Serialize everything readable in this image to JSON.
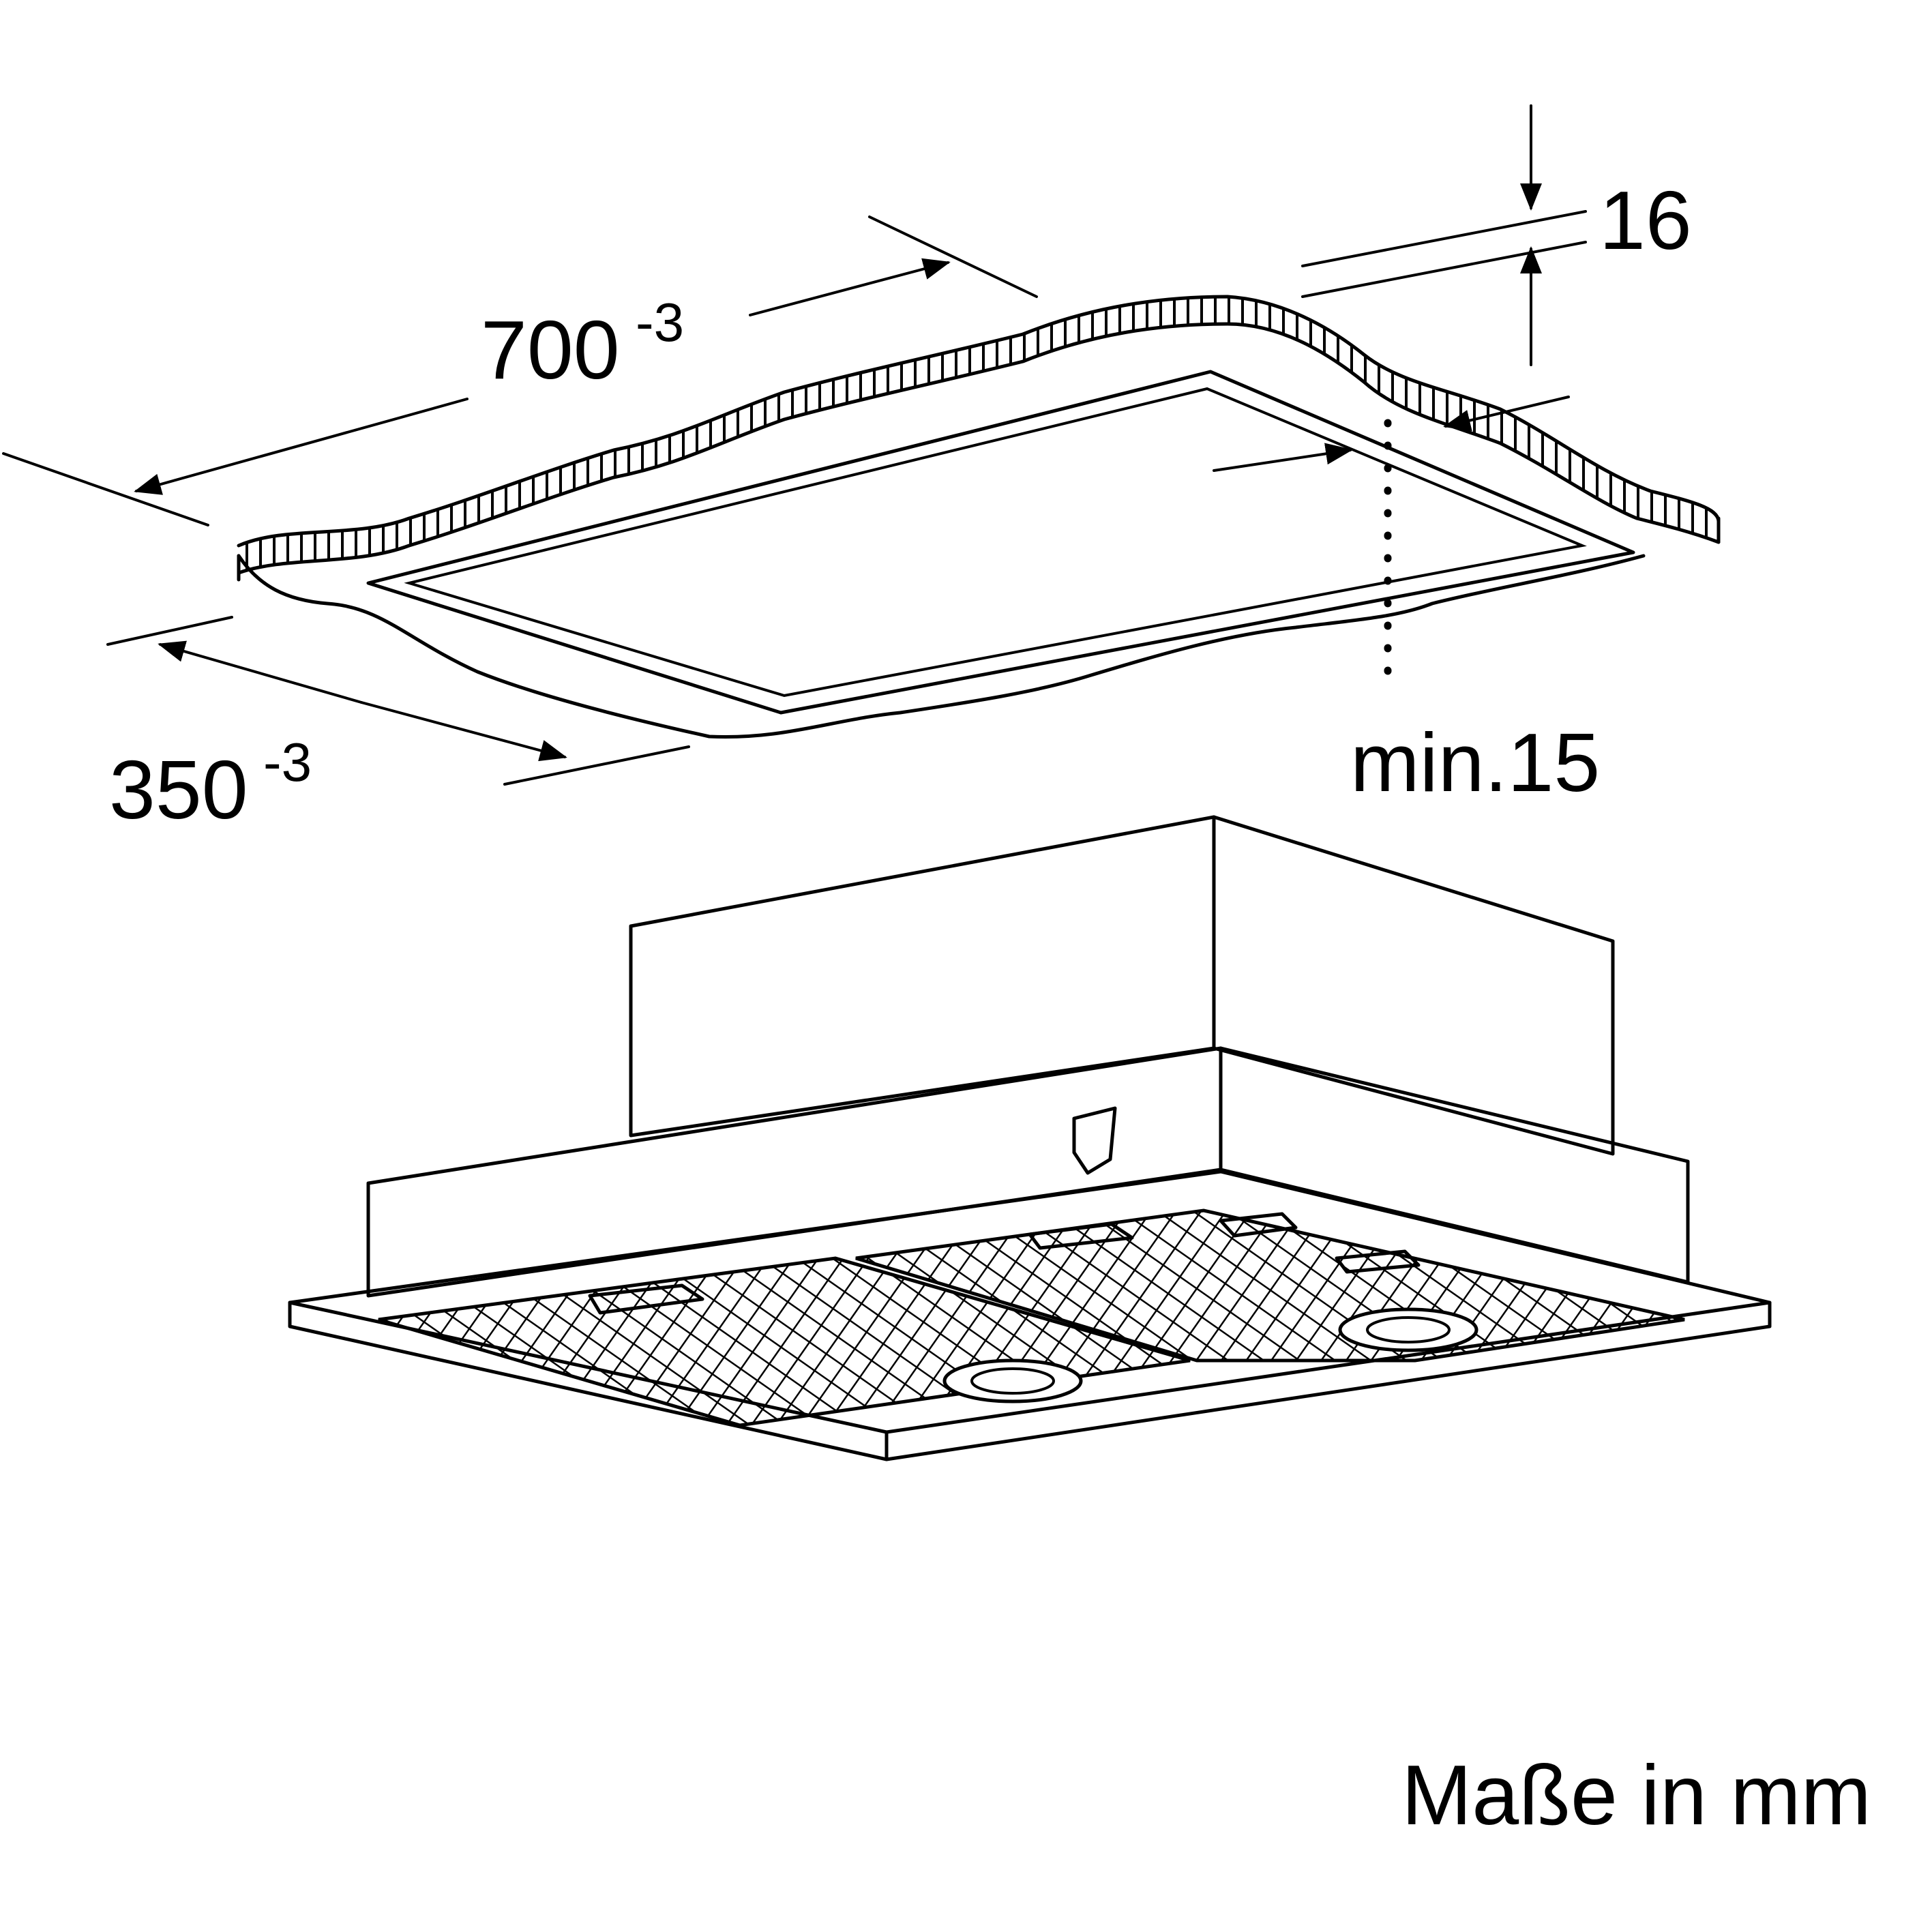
{
  "dimensions": {
    "length": {
      "value": "700",
      "tolerance": "-3"
    },
    "depth": {
      "value": "350",
      "tolerance": "-3"
    },
    "ceiling_thickness": {
      "value": "16"
    },
    "min_gap": {
      "value": "min.15"
    }
  },
  "units_note": "Maße in mm",
  "colors": {
    "line": "#000000",
    "background": "#ffffff"
  }
}
